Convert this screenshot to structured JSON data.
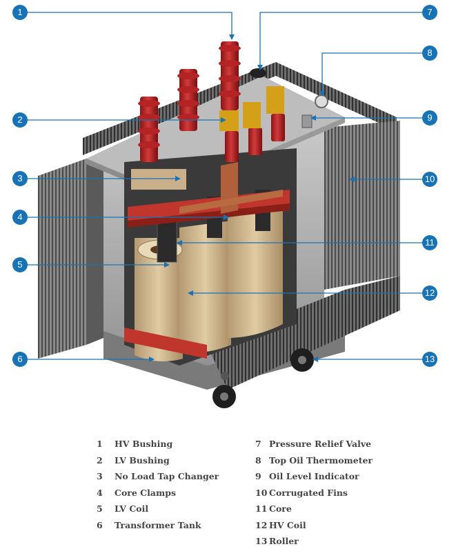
{
  "colors": {
    "marker": "#1673b8",
    "leader_line": "#1673b8"
  },
  "callouts": [
    {
      "num": "1"
    },
    {
      "num": "2"
    },
    {
      "num": "3"
    },
    {
      "num": "4"
    },
    {
      "num": "5"
    },
    {
      "num": "6"
    },
    {
      "num": "7"
    },
    {
      "num": "8"
    },
    {
      "num": "9"
    },
    {
      "num": "10"
    },
    {
      "num": "11"
    },
    {
      "num": "12"
    },
    {
      "num": "13"
    }
  ],
  "legend_left": [
    {
      "num": "1",
      "label": "HV Bushing"
    },
    {
      "num": "2",
      "label": "LV Bushing"
    },
    {
      "num": "3",
      "label": "No Load Tap Changer"
    },
    {
      "num": "4",
      "label": "Core Clamps"
    },
    {
      "num": "5",
      "label": "LV Coil"
    },
    {
      "num": "6",
      "label": "Transformer Tank"
    }
  ],
  "legend_right": [
    {
      "num": "7",
      "label": "Pressure Relief Valve"
    },
    {
      "num": "8",
      "label": "Top Oil Thermometer"
    },
    {
      "num": "9",
      "label": "Oil Level Indicator"
    },
    {
      "num": "10",
      "label": "Corrugated Fins"
    },
    {
      "num": "11",
      "label": "Core"
    },
    {
      "num": "12",
      "label": "HV Coil"
    },
    {
      "num": "13",
      "label": "Roller"
    }
  ]
}
